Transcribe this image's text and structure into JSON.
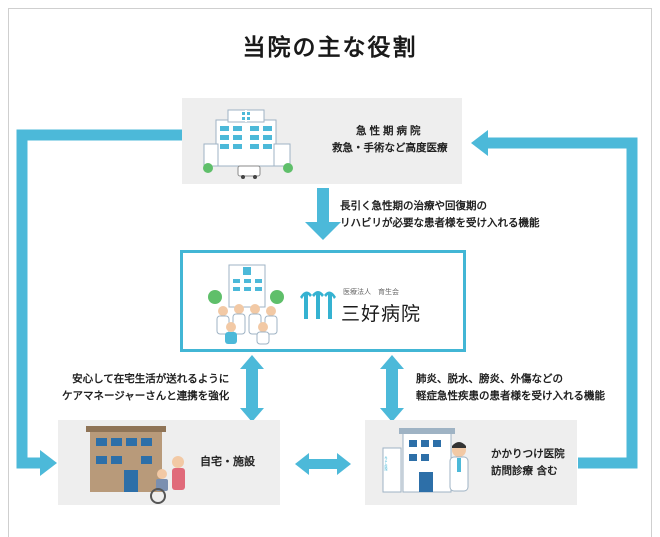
{
  "title": "当院の主な役割",
  "acute_hospital": {
    "name": "急性期病院",
    "desc": "救急・手術など高度医療"
  },
  "transfer_note": {
    "line1": "長引く急性期の治療や回復期の",
    "line2": "リハビリが必要な患者様を受け入れる機能"
  },
  "sanyo": {
    "corp_label": "医療法人　育生会",
    "name": "三好病院"
  },
  "home_note": {
    "line1": "安心して在宅生活が送れるように",
    "line2": "ケアマネージャーさんと連携を強化"
  },
  "clinic_note": {
    "line1": "肺炎、脱水、膀炎、外傷などの",
    "line2": "軽症急性疾患の患者様を受け入れる機能"
  },
  "home_facility": {
    "label": "自宅・施設"
  },
  "clinic": {
    "line1": "かかりつけ医院",
    "line2": "訪問診療 含む",
    "sign": "みよし医院"
  },
  "colors": {
    "accent": "#35b2d1",
    "arrow": "#4cb9d9",
    "box_bg": "#eeeeee",
    "logo": "#35b2d1"
  }
}
